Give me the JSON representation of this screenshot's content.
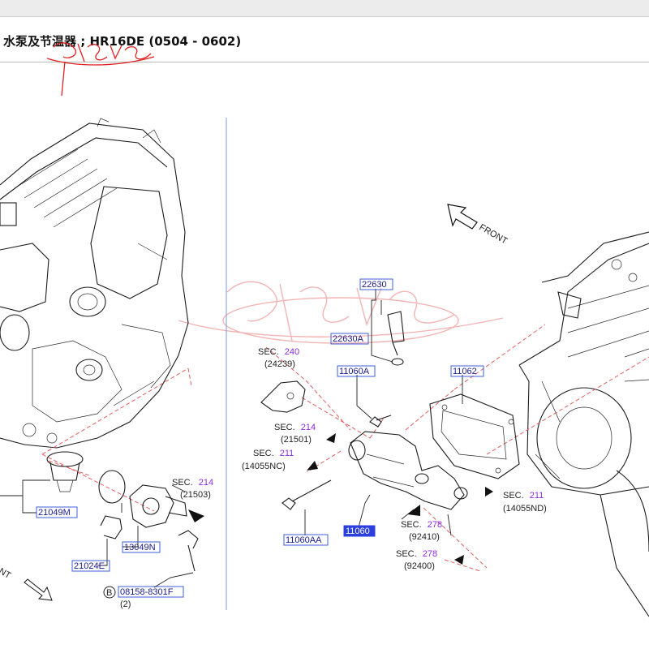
{
  "header": {
    "title": "水泵及节温器 ; HR16DE (0504 - 0602)"
  },
  "diagram": {
    "direction_label": "FRONT",
    "direction_label_left": "NT",
    "sec_refs": [
      {
        "sec": "SEC.",
        "num": "240",
        "code": "(24239)"
      },
      {
        "sec": "SEC.",
        "num": "214",
        "code": "(21501)"
      },
      {
        "sec": "SEC.",
        "num": "211",
        "code": "(14055NC)"
      },
      {
        "sec": "SEC.",
        "num": "214",
        "code": "(21503)"
      },
      {
        "sec": "SEC.",
        "num": "211",
        "code": "(14055ND)"
      },
      {
        "sec": "SEC.",
        "num": "278",
        "code": "(92410)"
      },
      {
        "sec": "SEC.",
        "num": "278",
        "code": "(92400)"
      }
    ],
    "part_numbers": {
      "p22630": "22630",
      "p22630A": "22630A",
      "p11060A": "11060A",
      "p11062": "11062",
      "p11060AA": "11060AA",
      "p11060": "11060",
      "p21049M": "21049M",
      "p13049N": "13049N",
      "p21024E": "21024E",
      "p08158": "08158-8301F"
    },
    "bolt_marker": "B",
    "bolt_qty": "(2)"
  }
}
